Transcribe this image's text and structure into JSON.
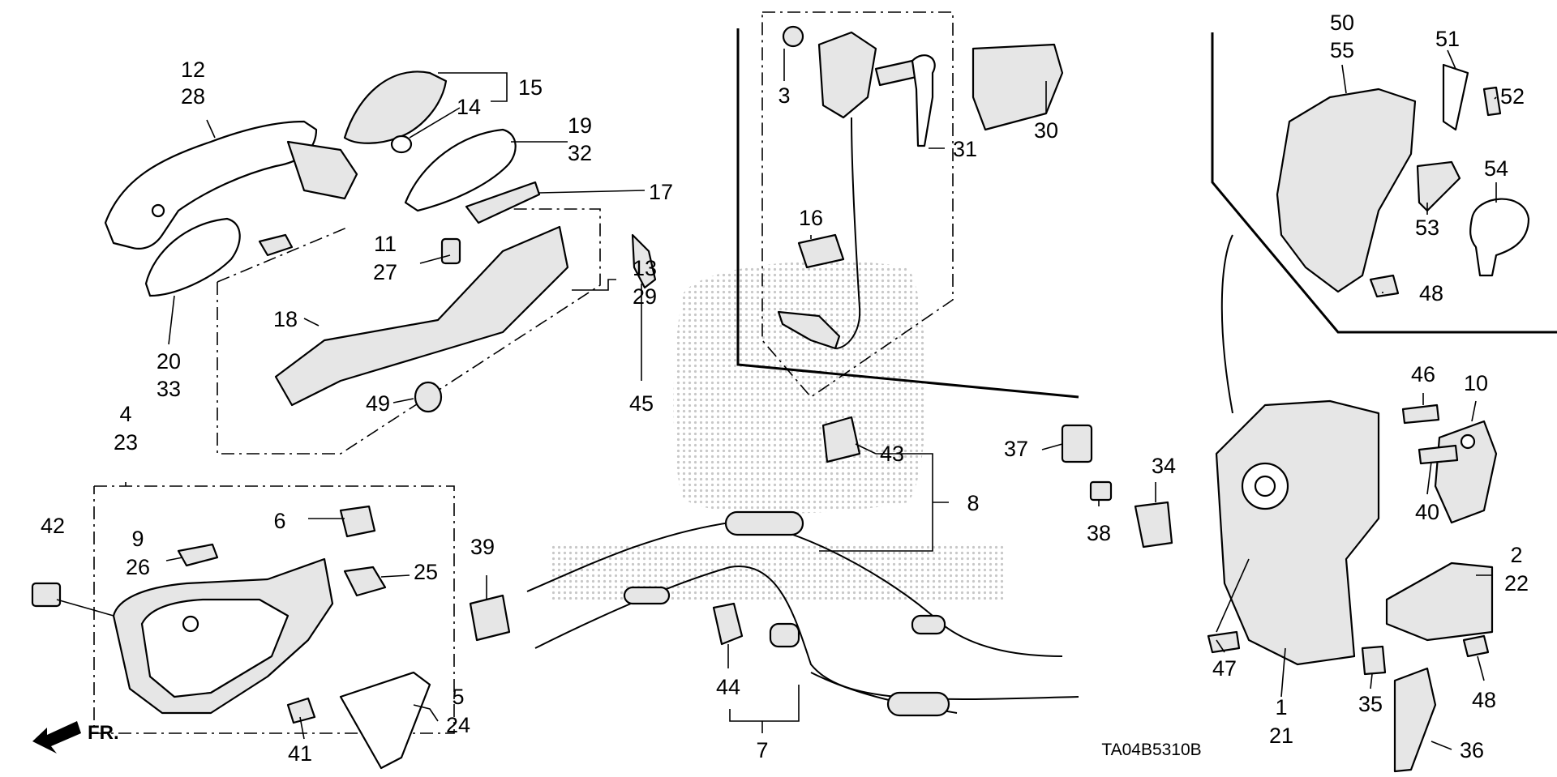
{
  "diagram": {
    "code": "TA04B5310B",
    "direction": "FR.",
    "labels": [
      "12",
      "28",
      "15",
      "14",
      "19",
      "32",
      "17",
      "20",
      "33",
      "11",
      "27",
      "13",
      "29",
      "18",
      "49",
      "45",
      "3",
      "16",
      "31",
      "30",
      "50",
      "55",
      "51",
      "52",
      "53",
      "54",
      "48",
      "4",
      "23",
      "42",
      "9",
      "26",
      "6",
      "25",
      "41",
      "5",
      "24",
      "39",
      "43",
      "8",
      "37",
      "38",
      "34",
      "44",
      "7",
      "10",
      "46",
      "40",
      "2",
      "22",
      "47",
      "1",
      "21",
      "35",
      "48",
      "36"
    ],
    "colors": {
      "line": "#000000",
      "background": "#ffffff",
      "watermark": "#c8c8c8"
    }
  }
}
